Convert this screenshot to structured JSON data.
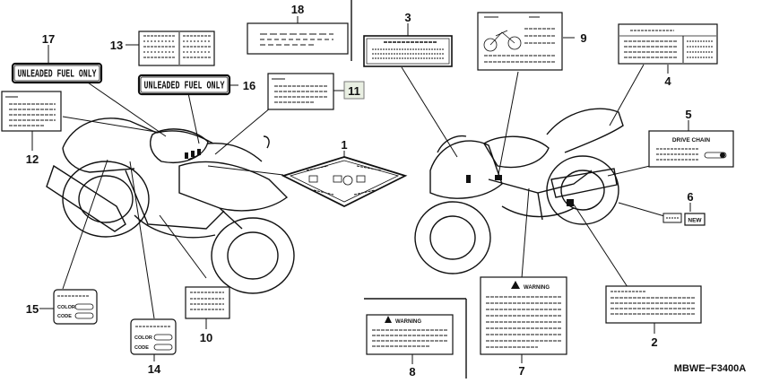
{
  "diagram": {
    "code": "MBWE−F3400A",
    "boxed_ref": "11",
    "callouts": [
      "1",
      "2",
      "3",
      "4",
      "5",
      "6",
      "7",
      "8",
      "9",
      "10",
      "12",
      "13",
      "14",
      "15",
      "16",
      "17",
      "18"
    ],
    "label_texts": {
      "unleaded_1": "UNLEADED FUEL ONLY",
      "unleaded_2": "UNLEADED FUEL ONLY",
      "drive_chain": "DRIVE CHAIN",
      "warning_7": "WARNING",
      "warning_8": "WARNING",
      "new": "NEW",
      "color": "COLOR",
      "code": "CODE",
      "color15": "COLOR",
      "code15": "CODE"
    }
  }
}
